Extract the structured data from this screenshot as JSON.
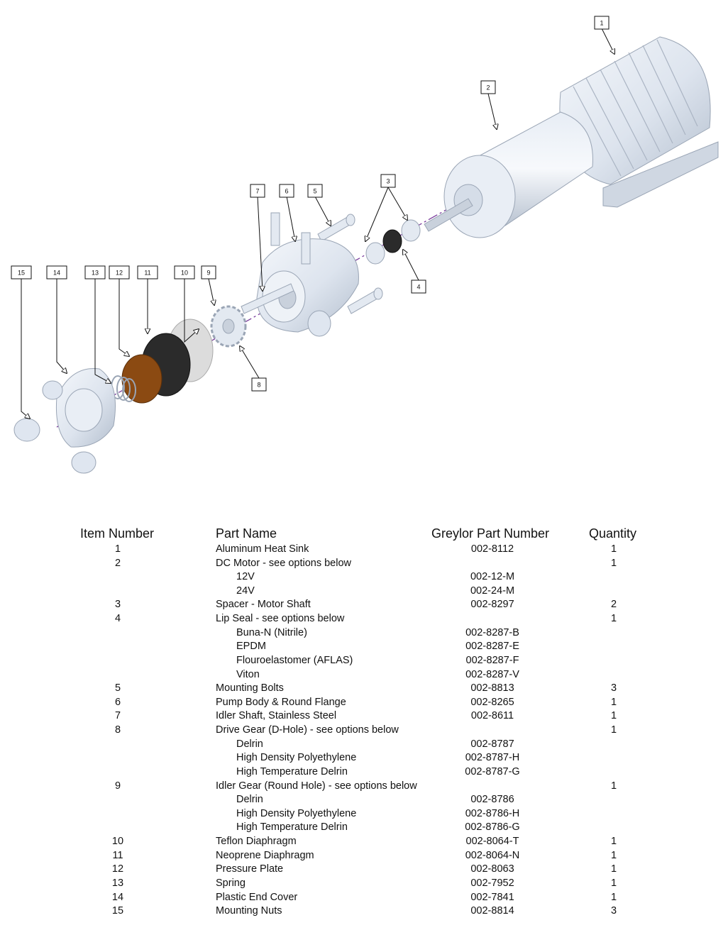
{
  "callouts": [
    "1",
    "2",
    "3",
    "4",
    "5",
    "6",
    "7",
    "8",
    "9",
    "10",
    "11",
    "12",
    "13",
    "14",
    "15"
  ],
  "table": {
    "headers": {
      "item": "Item Number",
      "name": "Part Name",
      "part": "Greylor Part Number",
      "qty": "Quantity"
    },
    "rows": [
      {
        "item": "1",
        "name": "Aluminum Heat Sink",
        "part": "002-8112",
        "qty": "1",
        "sub": false
      },
      {
        "item": "2",
        "name": "DC Motor - see options below",
        "part": "",
        "qty": "1",
        "sub": false
      },
      {
        "item": "",
        "name": "12V",
        "part": "002-12-M",
        "qty": "",
        "sub": true
      },
      {
        "item": "",
        "name": "24V",
        "part": "002-24-M",
        "qty": "",
        "sub": true
      },
      {
        "item": "3",
        "name": "Spacer - Motor Shaft",
        "part": "002-8297",
        "qty": "2",
        "sub": false
      },
      {
        "item": "4",
        "name": "Lip Seal - see options below",
        "part": "",
        "qty": "1",
        "sub": false
      },
      {
        "item": "",
        "name": "Buna-N (Nitrile)",
        "part": "002-8287-B",
        "qty": "",
        "sub": true
      },
      {
        "item": "",
        "name": "EPDM",
        "part": "002-8287-E",
        "qty": "",
        "sub": true
      },
      {
        "item": "",
        "name": "Flouroelastomer (AFLAS)",
        "part": "002-8287-F",
        "qty": "",
        "sub": true
      },
      {
        "item": "",
        "name": "Viton",
        "part": "002-8287-V",
        "qty": "",
        "sub": true
      },
      {
        "item": "5",
        "name": "Mounting Bolts",
        "part": "002-8813",
        "qty": "3",
        "sub": false
      },
      {
        "item": "6",
        "name": "Pump Body & Round Flange",
        "part": "002-8265",
        "qty": "1",
        "sub": false
      },
      {
        "item": "7",
        "name": "Idler Shaft, Stainless Steel",
        "part": "002-8611",
        "qty": "1",
        "sub": false
      },
      {
        "item": "8",
        "name": "Drive Gear (D-Hole) - see options below",
        "part": "",
        "qty": "1",
        "sub": false
      },
      {
        "item": "",
        "name": "Delrin",
        "part": "002-8787",
        "qty": "",
        "sub": true
      },
      {
        "item": "",
        "name": "High Density Polyethylene",
        "part": "002-8787-H",
        "qty": "",
        "sub": true
      },
      {
        "item": "",
        "name": "High Temperature Delrin",
        "part": "002-8787-G",
        "qty": "",
        "sub": true
      },
      {
        "item": "9",
        "name": "Idler Gear (Round Hole) - see options below",
        "part": "",
        "qty": "1",
        "sub": false
      },
      {
        "item": "",
        "name": "Delrin",
        "part": "002-8786",
        "qty": "",
        "sub": true
      },
      {
        "item": "",
        "name": "High Density Polyethylene",
        "part": "002-8786-H",
        "qty": "",
        "sub": true
      },
      {
        "item": "",
        "name": "High Temperature Delrin",
        "part": "002-8786-G",
        "qty": "",
        "sub": true
      },
      {
        "item": "10",
        "name": "Teflon Diaphragm",
        "part": "002-8064-T",
        "qty": "1",
        "sub": false
      },
      {
        "item": "11",
        "name": "Neoprene Diaphragm",
        "part": "002-8064-N",
        "qty": "1",
        "sub": false
      },
      {
        "item": "12",
        "name": "Pressure Plate",
        "part": "002-8063",
        "qty": "1",
        "sub": false
      },
      {
        "item": "13",
        "name": "Spring",
        "part": "002-7952",
        "qty": "1",
        "sub": false
      },
      {
        "item": "14",
        "name": "Plastic End Cover",
        "part": "002-7841",
        "qty": "1",
        "sub": false
      },
      {
        "item": "15",
        "name": "Mounting Nuts",
        "part": "002-8814",
        "qty": "3",
        "sub": false
      }
    ]
  },
  "colors": {
    "metal": "#dfe6f0",
    "metal_dark": "#b6c0cf",
    "black": "#2b2b2b",
    "brown": "#8b4a12",
    "axis": "#7a3c9c"
  }
}
